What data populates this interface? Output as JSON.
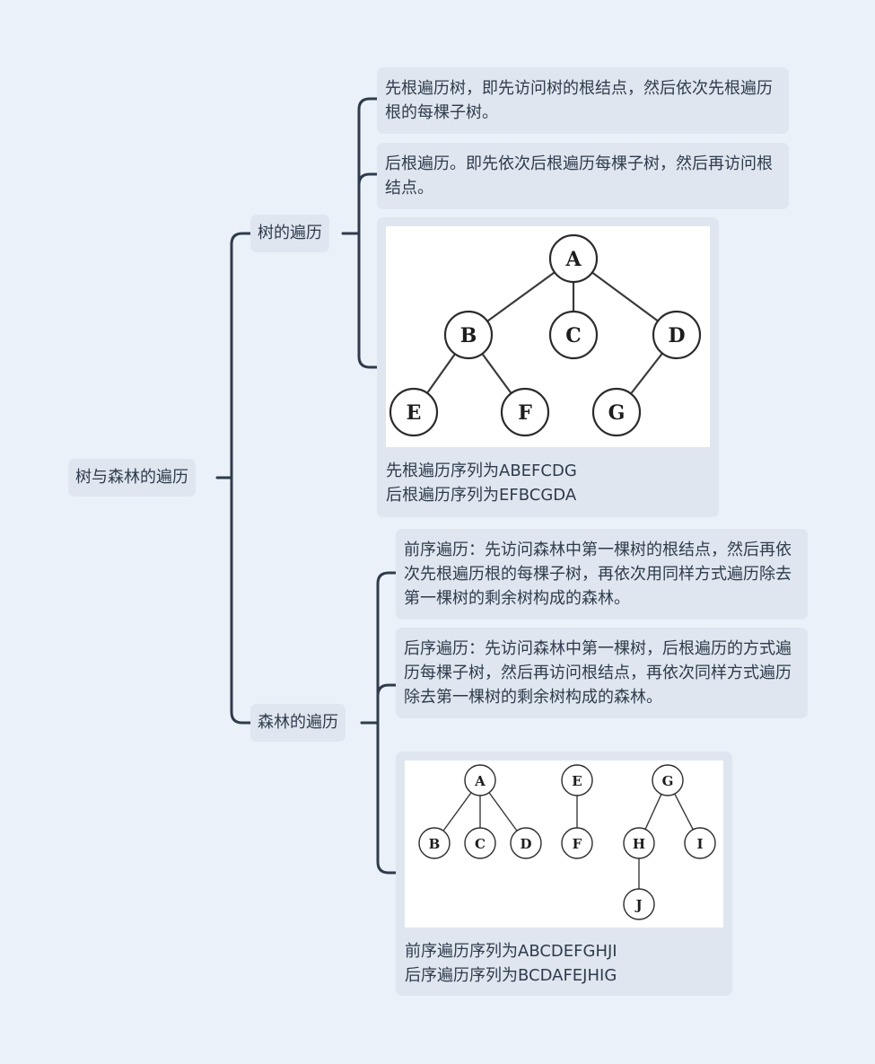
{
  "root": {
    "label": "树与森林的遍历"
  },
  "tree_traversal": {
    "label": "树的遍历",
    "preorder_text": "先根遍历树，即先访问树的根结点，然后依次先根遍历根的每棵子树。",
    "postorder_text": "后根遍历。即先依次后根遍历每棵子树，然后再访问根结点。",
    "figure": {
      "nodes": [
        {
          "id": "A",
          "label": "A"
        },
        {
          "id": "B",
          "label": "B"
        },
        {
          "id": "C",
          "label": "C"
        },
        {
          "id": "D",
          "label": "D"
        },
        {
          "id": "E",
          "label": "E"
        },
        {
          "id": "F",
          "label": "F"
        },
        {
          "id": "G",
          "label": "G"
        }
      ],
      "edges": [
        [
          "A",
          "B"
        ],
        [
          "A",
          "C"
        ],
        [
          "A",
          "D"
        ],
        [
          "B",
          "E"
        ],
        [
          "B",
          "F"
        ],
        [
          "D",
          "G"
        ]
      ]
    },
    "caption_line1": "先根遍历序列为ABEFCDG",
    "caption_line2": "后根遍历序列为EFBCGDA"
  },
  "forest_traversal": {
    "label": "森林的遍历",
    "preorder_text": "前序遍历：先访问森林中第一棵树的根结点，然后再依次先根遍历根的每棵子树，再依次用同样方式遍历除去第一棵树的剩余树构成的森林。",
    "postorder_text": "后序遍历：先访问森林中第一棵树，后根遍历的方式遍历每棵子树，然后再访问根结点，再依次同样方式遍历除去第一棵树的剩余树构成的森林。",
    "figure": {
      "nodes": [
        {
          "id": "A",
          "label": "A"
        },
        {
          "id": "B",
          "label": "B"
        },
        {
          "id": "C",
          "label": "C"
        },
        {
          "id": "D",
          "label": "D"
        },
        {
          "id": "E",
          "label": "E"
        },
        {
          "id": "F",
          "label": "F"
        },
        {
          "id": "G",
          "label": "G"
        },
        {
          "id": "H",
          "label": "H"
        },
        {
          "id": "I",
          "label": "I"
        },
        {
          "id": "J",
          "label": "J"
        }
      ],
      "edges": [
        [
          "A",
          "B"
        ],
        [
          "A",
          "C"
        ],
        [
          "A",
          "D"
        ],
        [
          "E",
          "F"
        ],
        [
          "G",
          "H"
        ],
        [
          "G",
          "I"
        ],
        [
          "H",
          "J"
        ]
      ]
    },
    "caption_line1": "前序遍历序列为ABCDEFGHJI",
    "caption_line2": "后序遍历序列为BCDAFEJHIG"
  }
}
